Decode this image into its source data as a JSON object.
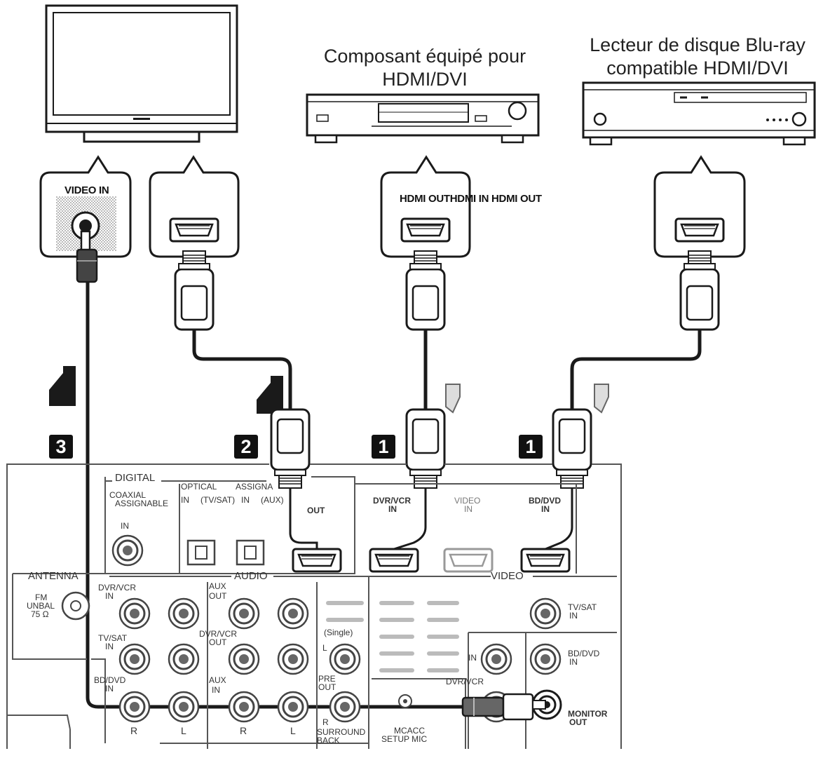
{
  "devices": {
    "hdmi_component": {
      "caption_line1": "Composant équipé pour",
      "caption_line2": "HDMI/DVI"
    },
    "bluray_player": {
      "caption_line1": "Lecteur de disque Blu-ray",
      "caption_line2": "compatible HDMI/DVI"
    }
  },
  "callouts": {
    "tv_video": "VIDEO IN",
    "hdmi_labels": "HDMI OUTHDMI IN HDMI OUT"
  },
  "steps": [
    "3",
    "2",
    "1",
    "1"
  ],
  "receiver": {
    "digital": "DIGITAL",
    "coaxial": "COAXIAL",
    "assignable": "ASSIGNABLE",
    "in1": "IN",
    "optical": "OPTICAL",
    "assign": "ASSIGNA",
    "in_tvsat": "IN",
    "tvsat_paren": "(TV/SAT)",
    "in_aux": "IN",
    "aux_paren": "(AUX)",
    "hdmi_out": "OUT",
    "dvr_vcr": "DVR/VCR",
    "in": "IN",
    "video": "VIDEO",
    "bd_dvd": "BD/DVD",
    "antenna": "ANTENNA",
    "fm": "FM",
    "unbal": "UNBAL",
    "ohm": "75 Ω",
    "audio": "AUDIO",
    "aux": "AUX",
    "out": "OUT",
    "tv_sat": "TV/SAT",
    "single": "(Single)",
    "l": "L",
    "r": "R",
    "pre": "PRE",
    "surround": "SURROUND",
    "back": "BACK",
    "mcacc": "MCACC",
    "setup_mic": "SETUP MIC",
    "video_section": "VIDEO",
    "monitor": "MONITOR"
  },
  "colors": {
    "line": "#1a1a1a",
    "panel_line": "#555555",
    "arrow_fill": "#1a1a1a",
    "arrow_hollow": "#bbbbbb"
  }
}
